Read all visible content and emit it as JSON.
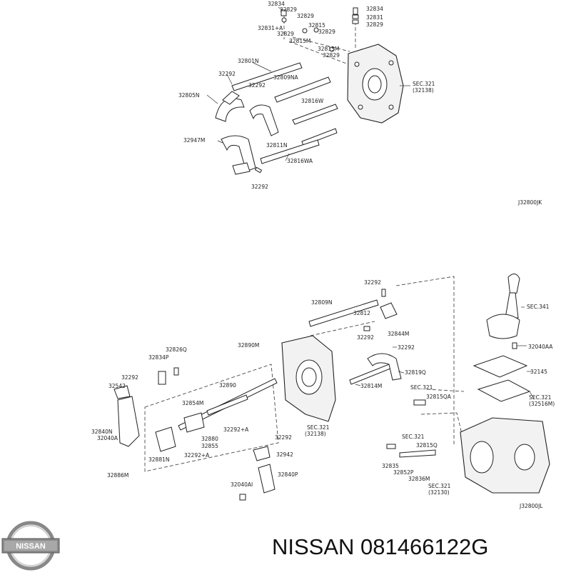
{
  "diagram_top": {
    "labels": [
      "32834",
      "32829",
      "32831+A",
      "32829",
      "32815",
      "32829",
      "32815M",
      "32829",
      "32815M",
      "32829",
      "32834",
      "32831",
      "32829",
      "32801N",
      "32292",
      "32809NA",
      "32292",
      "32805N",
      "32816W",
      "32811N",
      "32947M",
      "32816WA",
      "32292",
      "SEC.321",
      "(32138)"
    ],
    "code": "J32800JK"
  },
  "diagram_bottom": {
    "labels": [
      "32292",
      "32809N",
      "32812",
      "32292",
      "32844M",
      "32292",
      "32890M",
      "32826Q",
      "32834P",
      "32292",
      "32542",
      "32819Q",
      "32814M",
      "32890",
      "32854M",
      "32880",
      "32292+A",
      "32855",
      "32881N",
      "32292+A",
      "32840N",
      "32040A",
      "32886M",
      "32292",
      "32942",
      "32840P",
      "32040AI",
      "SEC.321",
      "(32138)",
      "SEC.341",
      "32040AA",
      "32145",
      "SEC.321",
      "(32516M)",
      "SEC.321",
      "32815QA",
      "SEC.321",
      "32815Q",
      "32835",
      "32852P",
      "32836M",
      "SEC.321",
      "(32130)"
    ],
    "code": "J32800JL"
  },
  "footer": {
    "logo_text": "NISSAN",
    "title": "NISSAN 081466122G"
  }
}
